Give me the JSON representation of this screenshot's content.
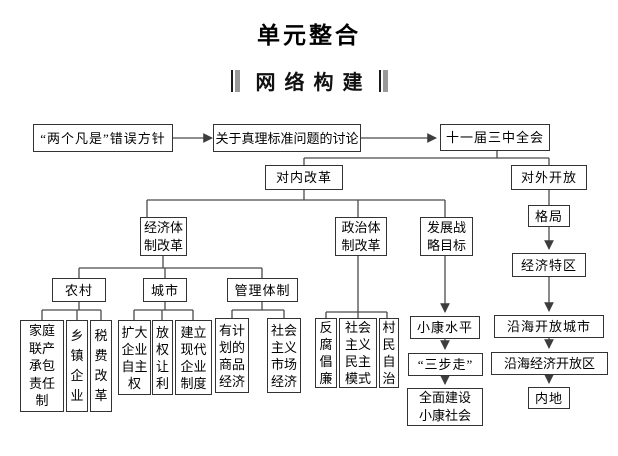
{
  "title": "单元整合",
  "banner": {
    "text": "网络构建"
  },
  "colors": {
    "line": "#4a4a4a",
    "box_border": "#333333",
    "text": "#000000",
    "bar_gray": "#9a9a9a"
  },
  "nodes": {
    "two_whatevers": "“两个凡是”错误方针",
    "truth_discussion": "关于真理标准问题的讨论",
    "third_plenary": "十一届三中全会",
    "internal_reform": "对内改革",
    "opening_up": "对外开放",
    "economic_system": "经济体制改革",
    "political_system": "政治体制改革",
    "dev_strategy": "发展战略目标",
    "pattern": "格局",
    "sez": "经济特区",
    "coastal_cities": "沿海开放城市",
    "coastal_zones": "沿海经济开放区",
    "inland": "内地",
    "rural": "农村",
    "urban": "城市",
    "management": "管理体制",
    "household_responsibility": "家庭联产承包责任制",
    "township_enterprise": "乡镇企业",
    "tax_reform": "税费改革",
    "enterprise_autonomy": "扩大企业自主权",
    "decentralize_profit": "放权让利",
    "modern_enterprise": "建立现代企业制度",
    "planned_commodity": "有计划的商品经济",
    "market_economy": "社会主义市场经济",
    "anti_corruption": "反腐倡廉",
    "democracy_model": "社会主义民主模式",
    "village_autonomy": "村民自治",
    "well_off_level": "小康水平",
    "three_steps": "“三步走”",
    "build_well_off": "全面建设小康社会"
  }
}
